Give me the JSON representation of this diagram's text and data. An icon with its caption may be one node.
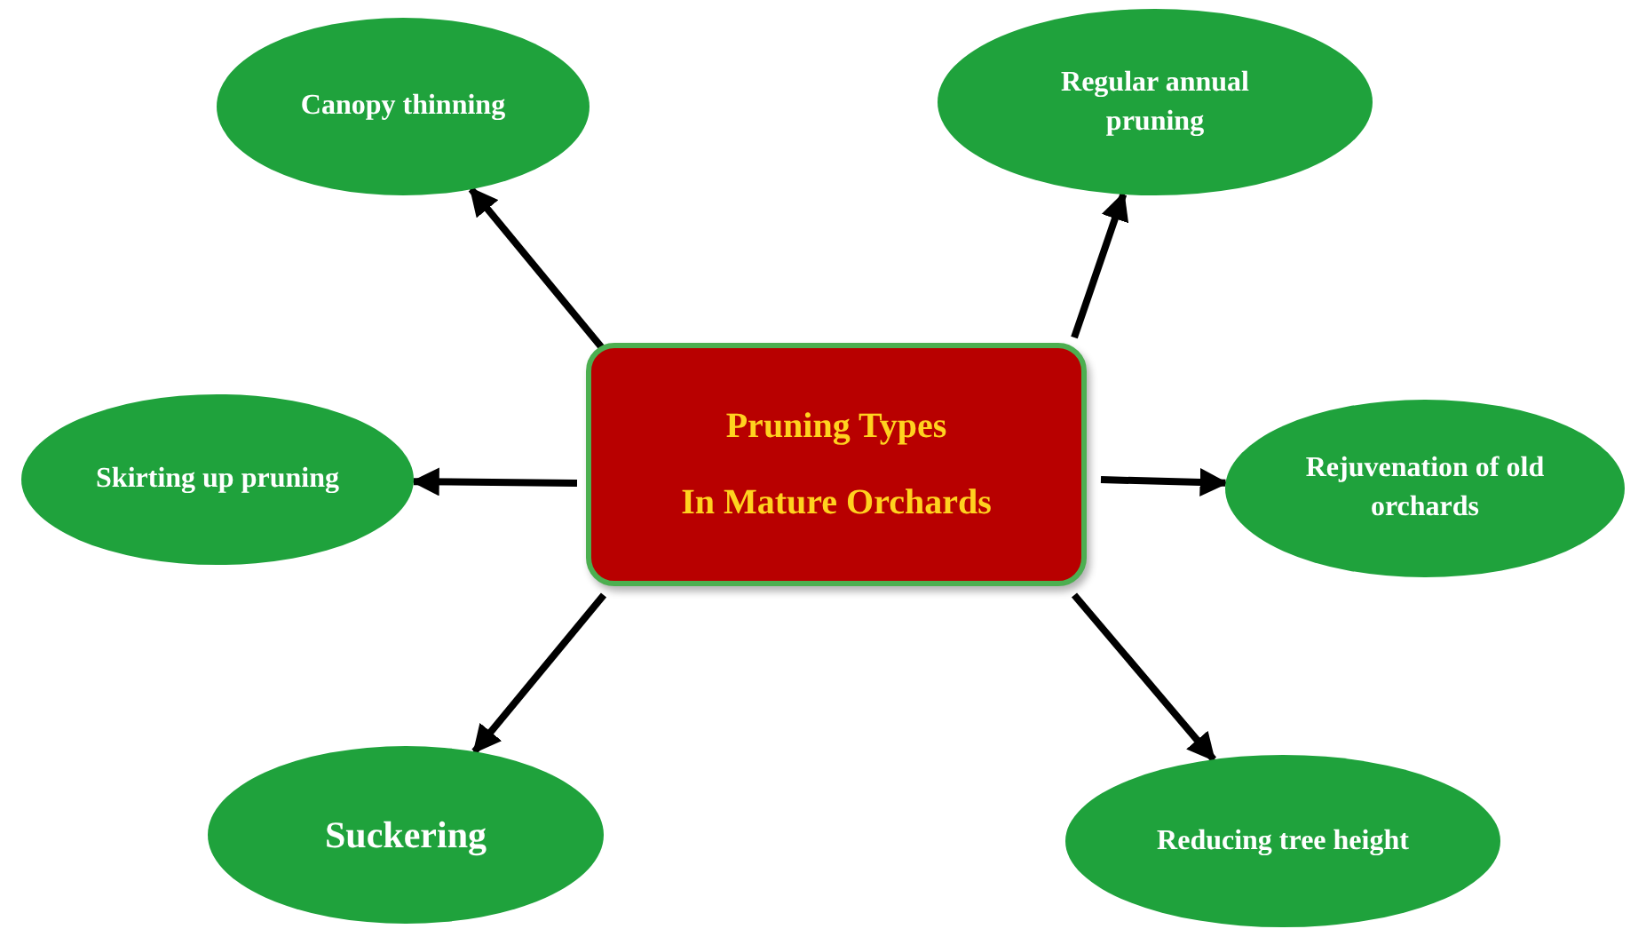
{
  "diagram": {
    "nodes": [
      {
        "text": [
          "Pruning Types",
          "In Mature Orchards"
        ]
      },
      {
        "text": [
          "Canopy thinning"
        ]
      },
      {
        "text": [
          "Regular annual pruning"
        ]
      },
      {
        "text": [
          "Skirting up pruning"
        ]
      },
      {
        "text": [
          "Rejuvenation of old orchards"
        ]
      },
      {
        "text": [
          "Suckering"
        ]
      },
      {
        "text": [
          "Reducing tree height"
        ]
      }
    ],
    "edges": [
      {
        "from": 0,
        "to": 1,
        "arrow": "to"
      },
      {
        "from": 0,
        "to": 2,
        "arrow": "to"
      },
      {
        "from": 0,
        "to": 3,
        "arrow": "to"
      },
      {
        "from": 0,
        "to": 4,
        "arrow": "to"
      },
      {
        "from": 0,
        "to": 5,
        "arrow": "to"
      },
      {
        "from": 0,
        "to": 6,
        "arrow": "to"
      }
    ]
  }
}
